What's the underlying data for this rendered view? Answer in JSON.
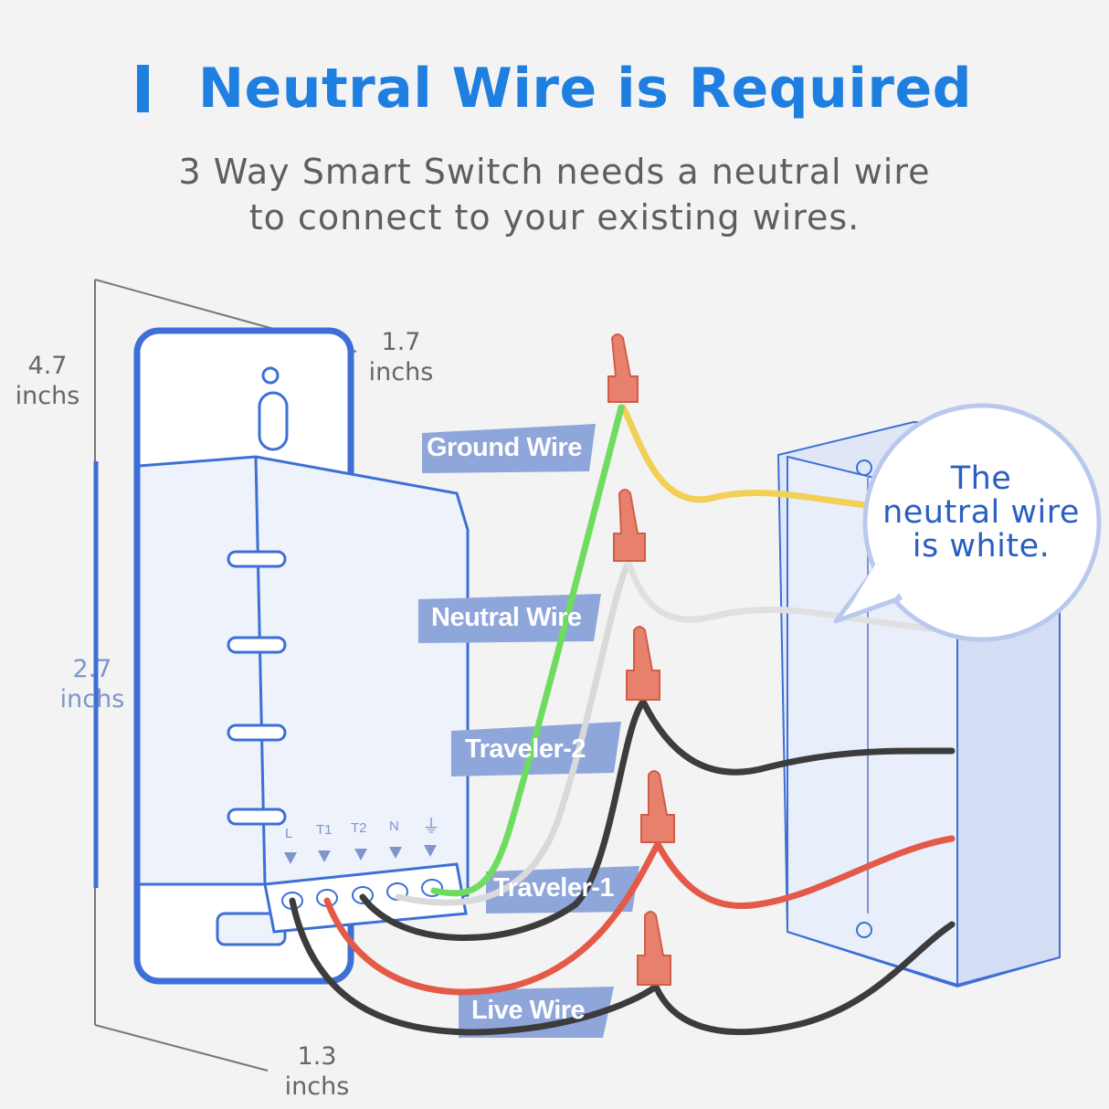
{
  "header": {
    "title": "Neutral Wire is Required",
    "subtitle_line1": "3 Way Smart Switch needs a neutral wire",
    "subtitle_line2": "to connect to your existing wires."
  },
  "dimensions": {
    "height_value": "4.7",
    "height_unit": "inchs",
    "width_value": "1.7",
    "width_unit": "inchs",
    "body_value": "2.7",
    "body_unit": "inchs",
    "depth_value": "1.3",
    "depth_unit": "inchs"
  },
  "wire_labels": {
    "ground": "Ground Wire",
    "neutral": "Neutral Wire",
    "traveler2": "Traveler-2",
    "traveler1": "Traveler-1",
    "live": "Live Wire"
  },
  "terminals": [
    "L",
    "T1",
    "T2",
    "N",
    "⏚"
  ],
  "callout": {
    "line1": "The",
    "line2": "neutral wire",
    "line3": "is white."
  },
  "colors": {
    "accent": "#1f7fe0",
    "switch_outline": "#3e6fd6",
    "ground_wire": "#6edc5e",
    "neutral_wire": "#e8e8e8",
    "traveler_wire": "#3c3c3c",
    "live_connector_wire": "#e45a48",
    "wire_nut": "#e8806e",
    "yellow_wire": "#f2cf55"
  }
}
